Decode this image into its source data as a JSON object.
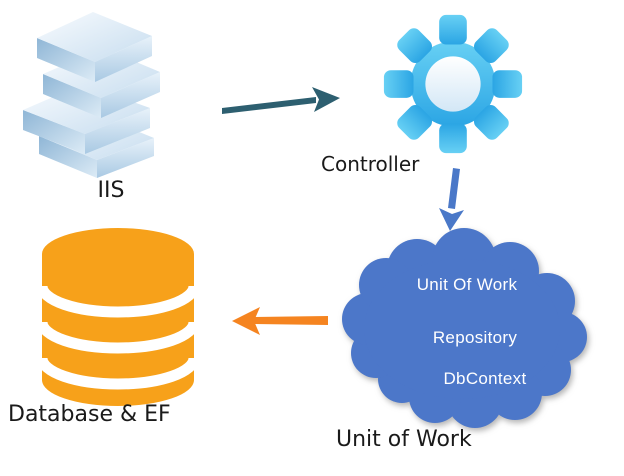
{
  "nodes": {
    "iis": {
      "label": "IIS",
      "icon": "server-stack-icon"
    },
    "controller": {
      "label": "Controller",
      "icon": "gear-icon"
    },
    "unit_of_work": {
      "label": "Unit of Work",
      "icon": "cloud-icon",
      "items": [
        "Unit Of Work",
        "Repository",
        "DbContext"
      ]
    },
    "database": {
      "label": "Database & EF",
      "icon": "database-cylinder-icon"
    }
  },
  "arrows": [
    {
      "from": "iis",
      "to": "controller",
      "direction": "right",
      "color_key": "arrow_teal"
    },
    {
      "from": "controller",
      "to": "unit_of_work",
      "direction": "down",
      "color_key": "arrow_blue"
    },
    {
      "from": "unit_of_work",
      "to": "database",
      "direction": "left",
      "color_key": "arrow_orange"
    }
  ],
  "colors": {
    "arrow_teal": "#2D5F70",
    "arrow_blue": "#4A78C8",
    "arrow_orange": "#F58420",
    "cloud_blue": "#4C77C9",
    "gear_cyan_light": "#67D0F4",
    "gear_cyan_dark": "#2BA5E4",
    "database_orange": "#F7A11A",
    "label_text": "#1A1A1A",
    "cloud_text": "#FFFFFF",
    "background": "#FFFFFF"
  }
}
